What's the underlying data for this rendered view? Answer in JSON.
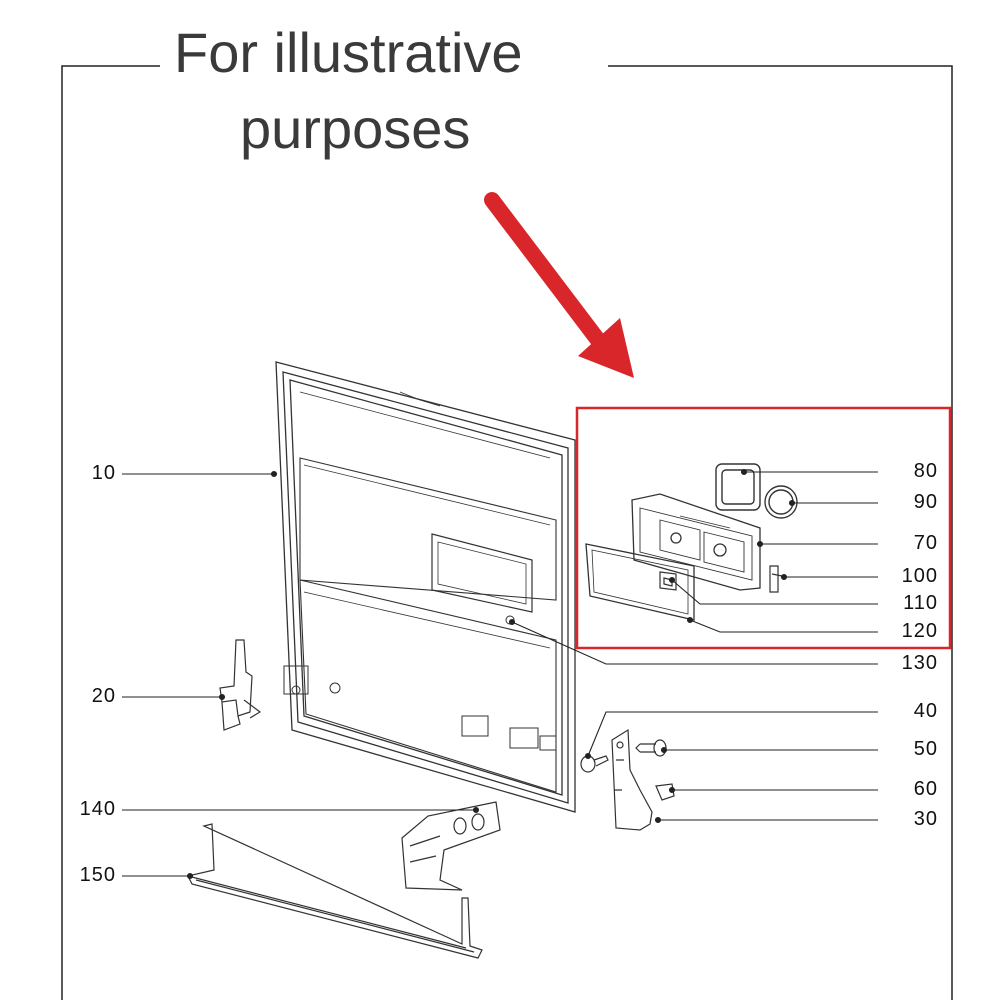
{
  "caption": {
    "line1": "For illustrative",
    "line2": "purposes"
  },
  "colors": {
    "highlight": "#d9262b",
    "line": "#222222",
    "caption_text": "#3a3a3a"
  },
  "parts": {
    "p10": "10",
    "p20": "20",
    "p140": "140",
    "p150": "150",
    "p80": "80",
    "p90": "90",
    "p70": "70",
    "p100": "100",
    "p110": "110",
    "p120": "120",
    "p130": "130",
    "p40": "40",
    "p50": "50",
    "p60": "60",
    "p30": "30"
  }
}
